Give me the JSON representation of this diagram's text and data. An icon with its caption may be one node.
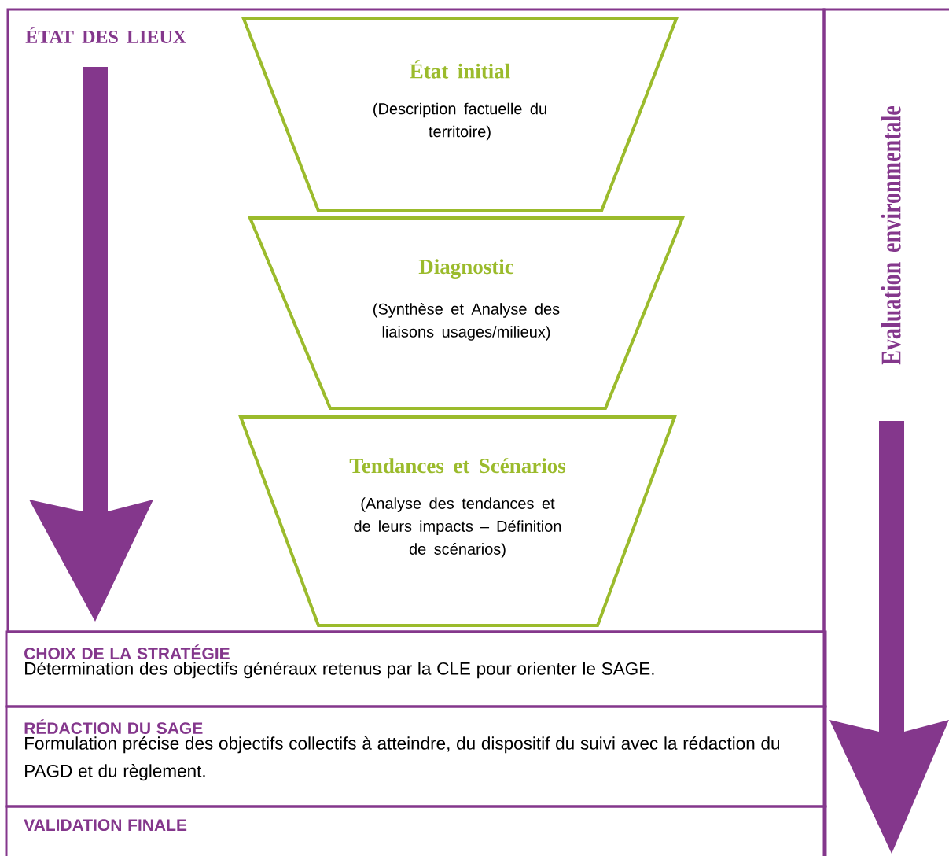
{
  "diagram": {
    "nodes": [
      {
        "text": [
          "ÉTAT DES LIEUX"
        ]
      },
      {
        "text": [
          "État initial",
          "(Description factuelle du territoire)"
        ],
        "in": 0
      },
      {
        "text": [
          "Diagnostic",
          "(Synthèse et Analyse des liaisons usages/milieux)"
        ],
        "in": 0
      },
      {
        "text": [
          "Tendances et Scénarios",
          "(Analyse des tendances et de leurs impacts – Définition de scénarios)"
        ],
        "in": 0
      },
      {
        "text": [
          "CHOIX DE LA STRATÉGIE",
          "Détermination des objectifs généraux retenus par la CLE pour orienter le SAGE."
        ]
      },
      {
        "text": [
          "RÉDACTION DU SAGE",
          "Formulation précise des objectifs collectifs à atteindre, du dispositif du suivi avec la rédaction du PAGD et du règlement."
        ]
      },
      {
        "text": [
          "VALIDATION FINALE"
        ]
      },
      {
        "text": [
          "Evaluation environmentale"
        ]
      }
    ],
    "edges": []
  }
}
